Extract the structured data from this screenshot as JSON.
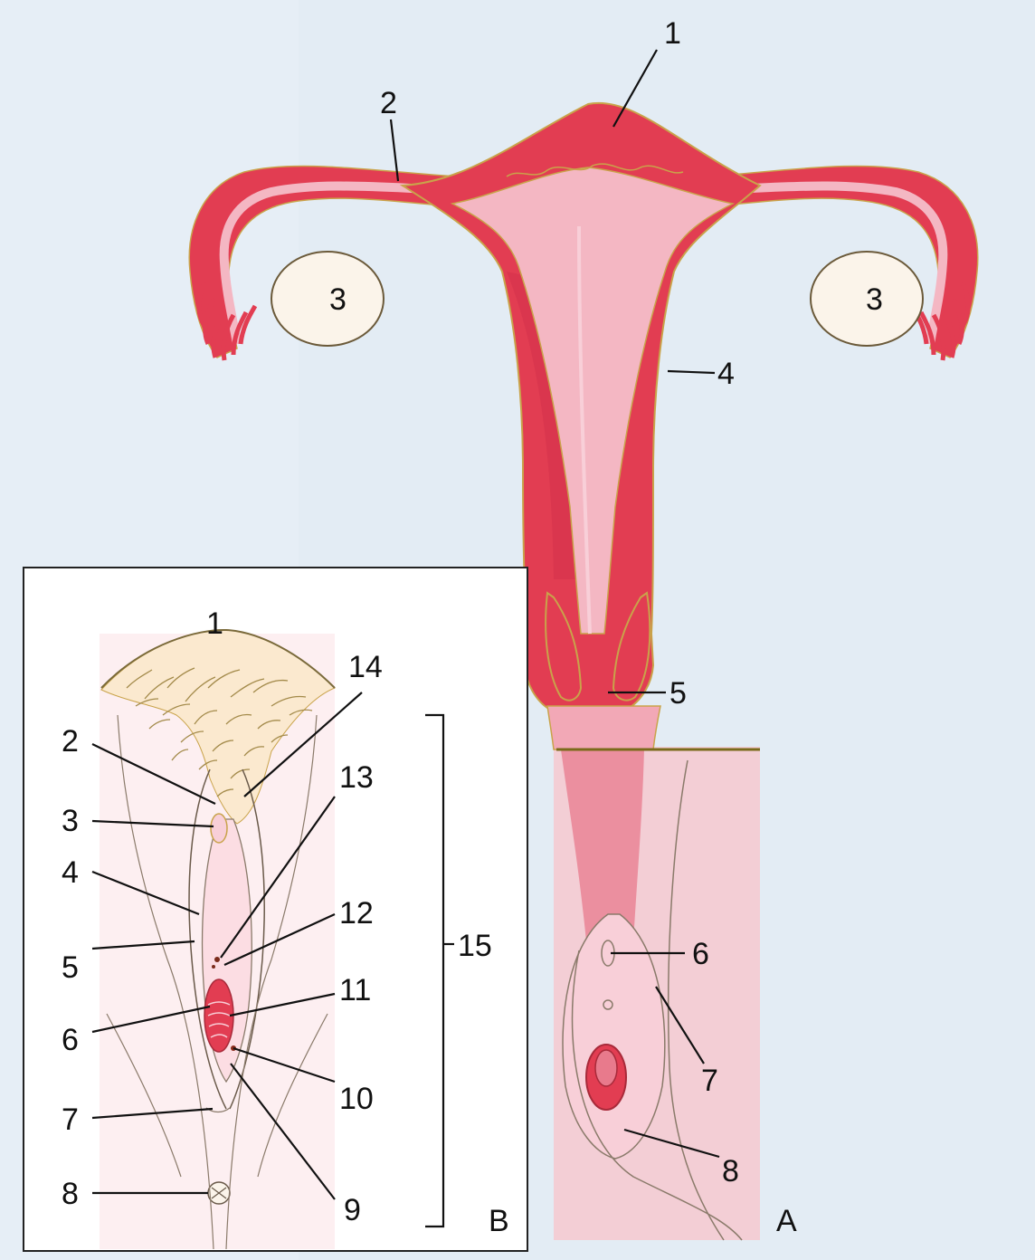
{
  "colors": {
    "background": "#e6eef6",
    "muscle": "#e23d52",
    "muscle_dark": "#c92940",
    "lining": "#f4b7c3",
    "lining_light": "#f8cfd8",
    "outline": "#c9a34a",
    "ovary_fill": "#fbf4ea",
    "vagina_panel": "#f6c9cf",
    "inset_panel": "#fdeff1",
    "line": "#111111"
  },
  "figure_a": {
    "panel_label": "A",
    "labels": {
      "l1": "1",
      "l2": "2",
      "l3_left": "3",
      "l3_right": "3",
      "l4": "4",
      "l5": "5",
      "l6": "6",
      "l7": "7",
      "l8": "8"
    }
  },
  "figure_b": {
    "panel_label": "B",
    "labels": {
      "l1": "1",
      "l2": "2",
      "l3": "3",
      "l4": "4",
      "l5": "5",
      "l6": "6",
      "l7": "7",
      "l8": "8",
      "l9": "9",
      "l10": "10",
      "l11": "11",
      "l12": "12",
      "l13": "13",
      "l14": "14",
      "l15": "15"
    }
  }
}
